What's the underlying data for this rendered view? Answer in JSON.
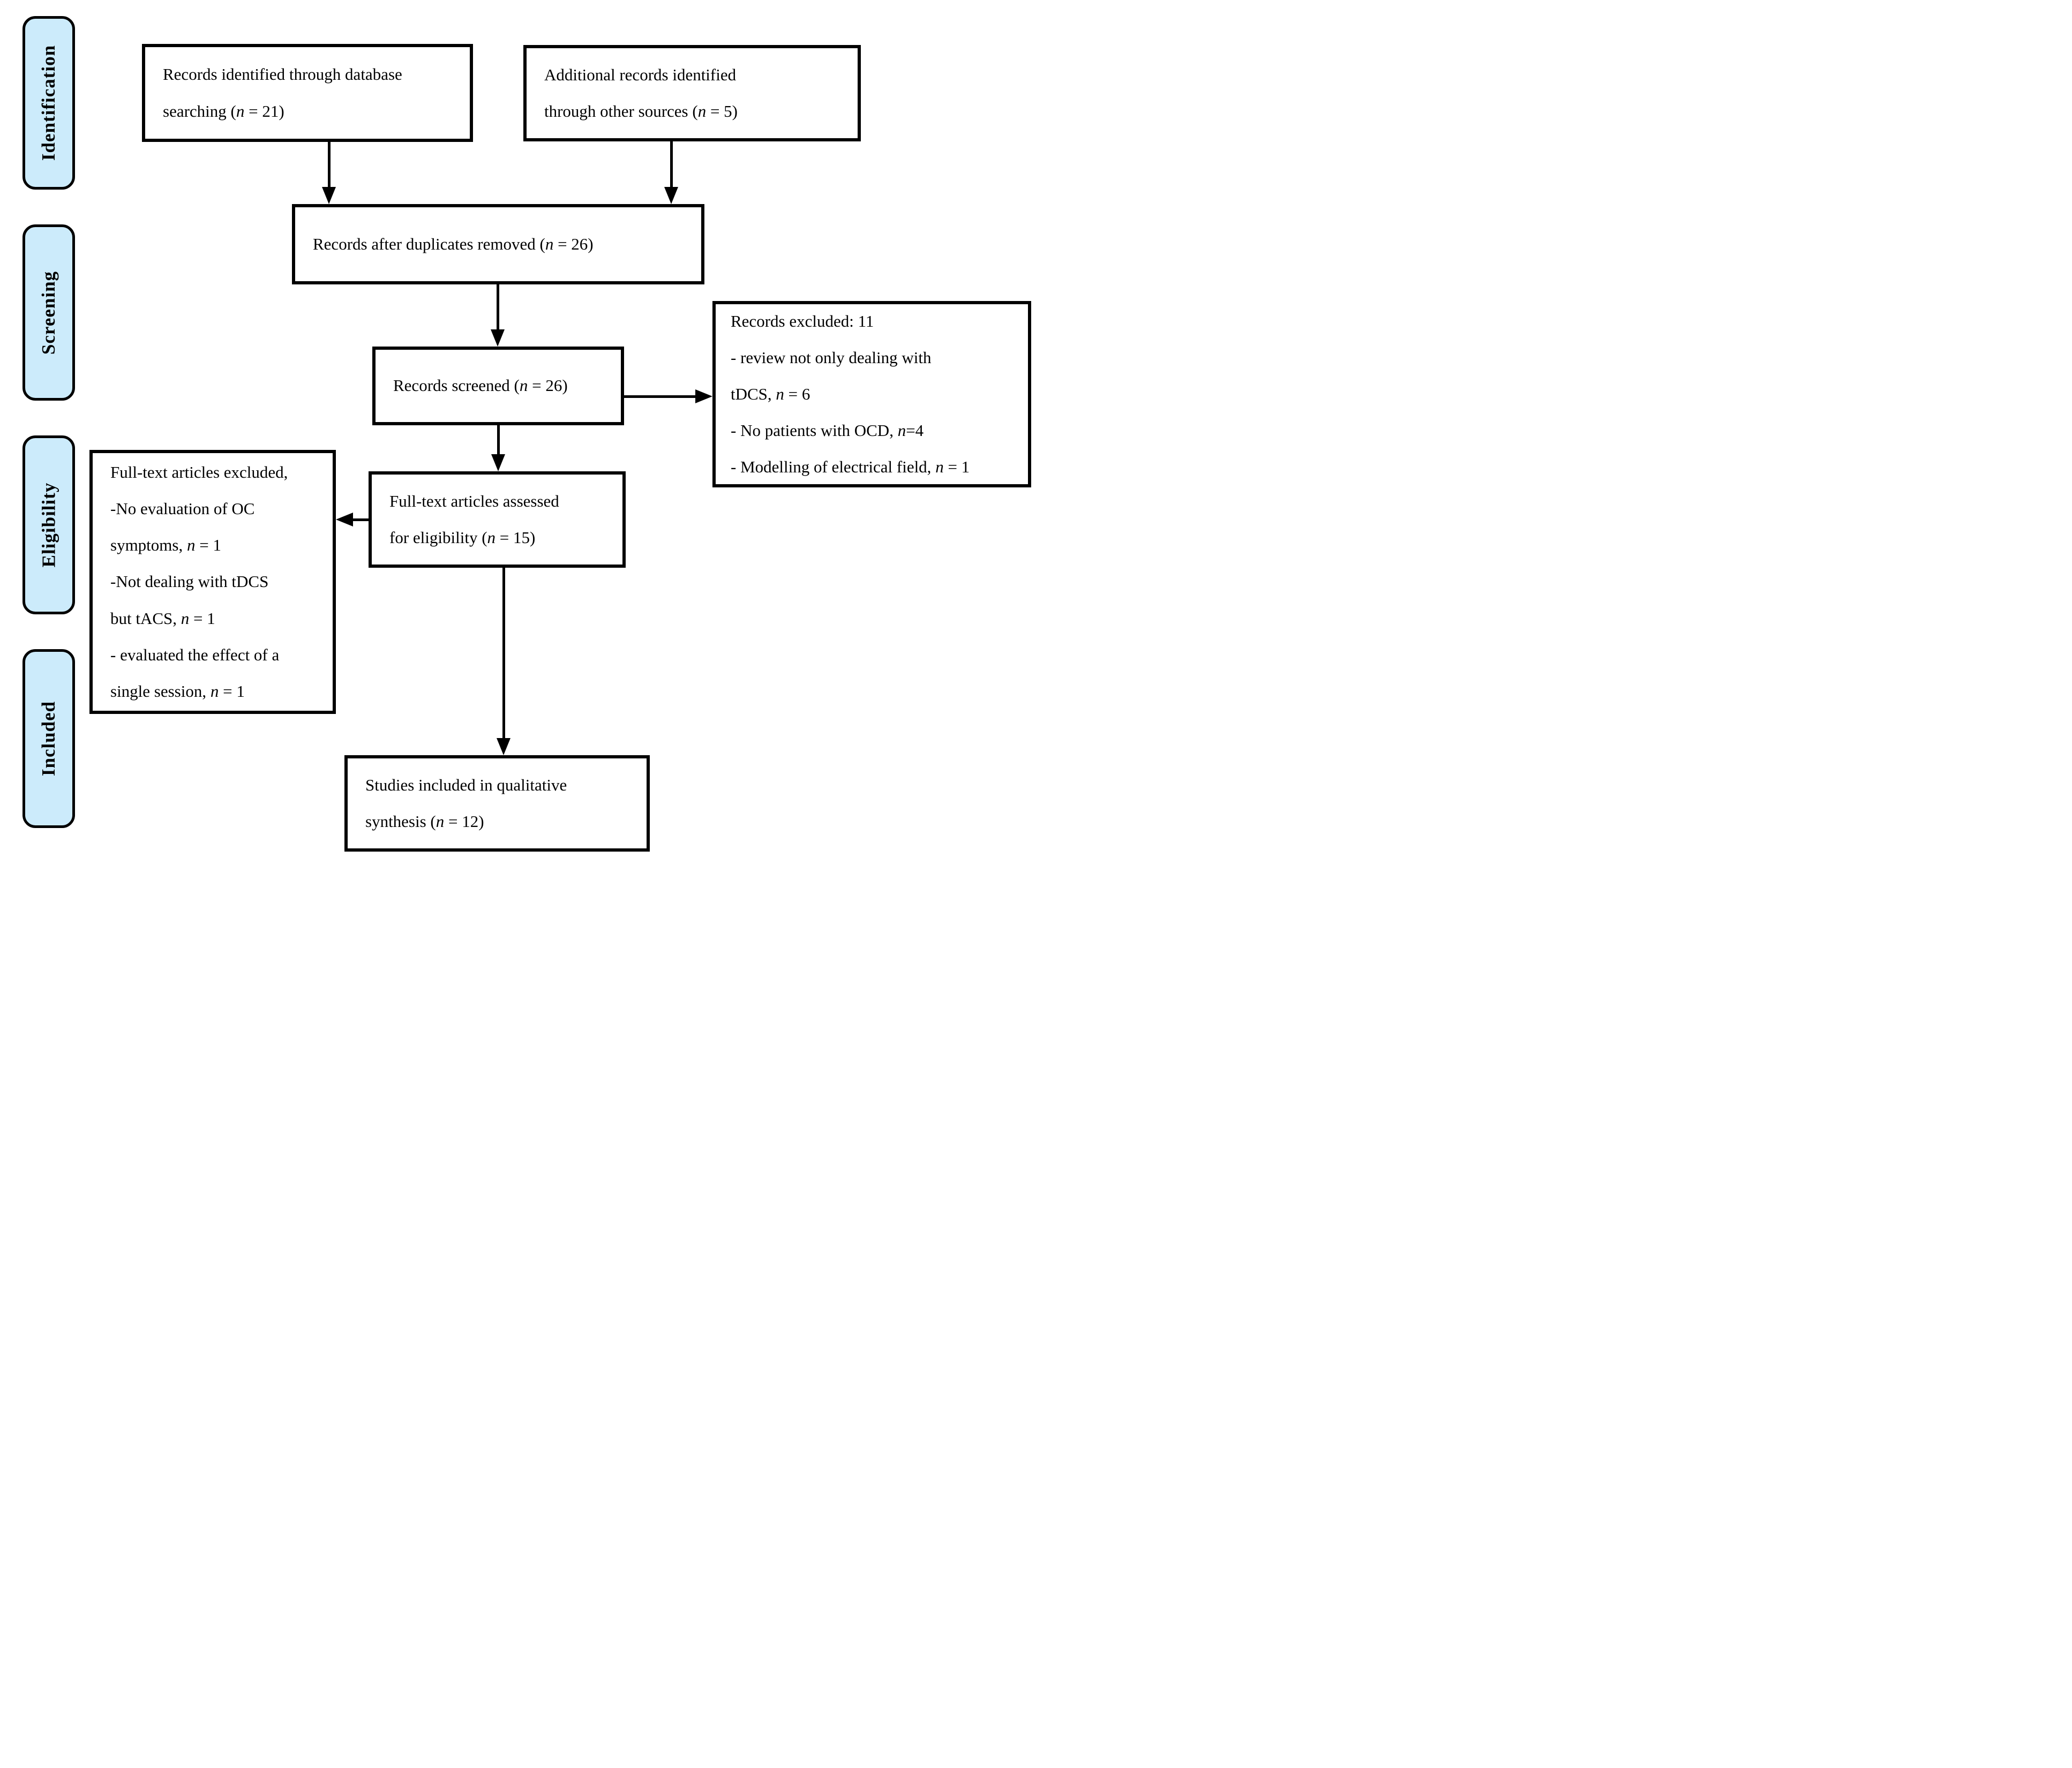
{
  "diagram": {
    "colors": {
      "stage_fill": "#ccebfb",
      "box_fill": "#ffffff",
      "line": "#000000"
    },
    "stages": [
      {
        "label": "Identification"
      },
      {
        "label": "Screening"
      },
      {
        "label": "Eligibility"
      },
      {
        "label": "Included"
      }
    ],
    "boxes": {
      "records_identified": {
        "lines": [
          [
            {
              "t": "Records identified through database"
            }
          ],
          [
            {
              "t": "searching ("
            },
            {
              "t": "n",
              "i": true
            },
            {
              "t": " = 21)"
            }
          ]
        ]
      },
      "additional_records": {
        "lines": [
          [
            {
              "t": "Additional records identified"
            }
          ],
          [
            {
              "t": "through other sources ("
            },
            {
              "t": "n",
              "i": true
            },
            {
              "t": " = 5)"
            }
          ]
        ]
      },
      "duplicates_removed": {
        "lines": [
          [
            {
              "t": "Records after duplicates removed ("
            },
            {
              "t": "n",
              "i": true
            },
            {
              "t": " = 26)"
            }
          ]
        ]
      },
      "records_screened": {
        "lines": [
          [
            {
              "t": "Records screened ("
            },
            {
              "t": "n",
              "i": true
            },
            {
              "t": " = 26)"
            }
          ]
        ]
      },
      "records_excluded": {
        "lines": [
          [
            {
              "t": "Records excluded: 11"
            }
          ],
          [
            {
              "t": "- review not only dealing with"
            }
          ],
          [
            {
              "t": "tDCS, "
            },
            {
              "t": "n",
              "i": true
            },
            {
              "t": " = 6"
            }
          ],
          [
            {
              "t": "- No patients with OCD, "
            },
            {
              "t": "n",
              "i": true
            },
            {
              "t": "=4"
            }
          ],
          [
            {
              "t": "- Modelling of electrical field, "
            },
            {
              "t": "n",
              "i": true
            },
            {
              "t": " = 1"
            }
          ]
        ]
      },
      "fulltext_assessed": {
        "lines": [
          [
            {
              "t": "Full-text articles assessed"
            }
          ],
          [
            {
              "t": "for eligibility ("
            },
            {
              "t": "n",
              "i": true
            },
            {
              "t": " = 15)"
            }
          ]
        ]
      },
      "fulltext_excluded": {
        "lines": [
          [
            {
              "t": "Full-text articles excluded,"
            }
          ],
          [
            {
              "t": "-No evaluation of OC"
            }
          ],
          [
            {
              "t": "symptoms, "
            },
            {
              "t": "n",
              "i": true
            },
            {
              "t": " = 1"
            }
          ],
          [
            {
              "t": "-Not dealing with tDCS"
            }
          ],
          [
            {
              "t": "but tACS, "
            },
            {
              "t": "n",
              "i": true
            },
            {
              "t": " = 1"
            }
          ],
          [
            {
              "t": "- evaluated the effect of a"
            }
          ],
          [
            {
              "t": "single session, "
            },
            {
              "t": "n",
              "i": true
            },
            {
              "t": " = 1"
            }
          ]
        ]
      },
      "studies_included": {
        "lines": [
          [
            {
              "t": "Studies included in qualitative"
            }
          ],
          [
            {
              "t": "synthesis ("
            },
            {
              "t": "n",
              "i": true
            },
            {
              "t": " = 12)"
            }
          ]
        ]
      }
    }
  }
}
